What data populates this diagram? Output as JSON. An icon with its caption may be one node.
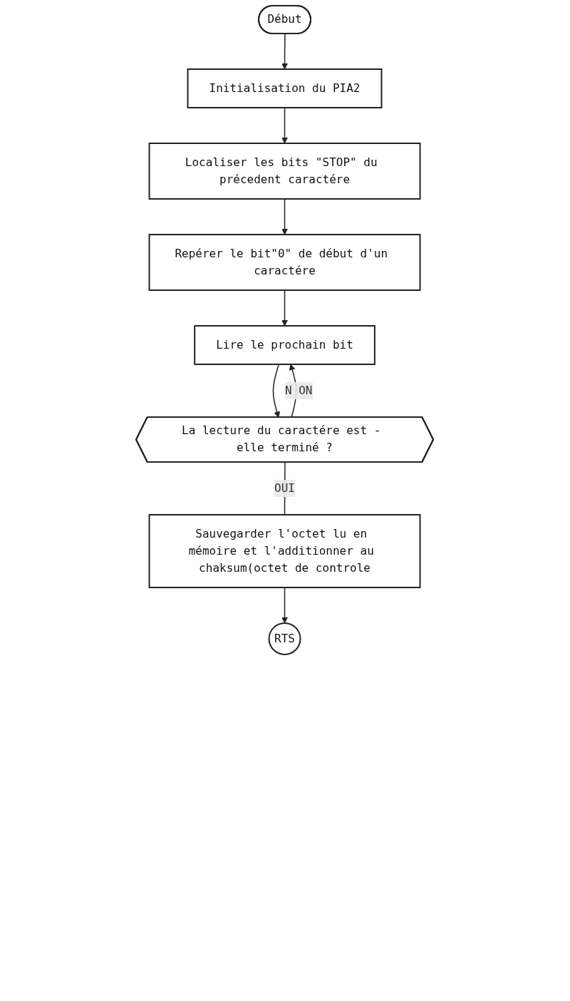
{
  "diagram": {
    "nodes": [
      {
        "text": [
          "Début"
        ]
      },
      {
        "text": [
          "Initialisation du PIA2"
        ]
      },
      {
        "text": [
          "Localiser les bits \"STOP\" du précedent caractére"
        ]
      },
      {
        "text": [
          "Repérer le bit\"0\" de début d'un caractére"
        ]
      },
      {
        "text": [
          "Lire le prochain bit"
        ]
      },
      {
        "text": [
          "La lecture du caractére est - elle terminé ?"
        ]
      },
      {
        "text": [
          "Sauvegarder l'octet lu en mémoire et l'additionner au chaksum(octet de controle"
        ]
      },
      {
        "text": [
          "RTS"
        ]
      }
    ],
    "edges": [
      {
        "from": 0,
        "to": 1,
        "arrow": "to"
      },
      {
        "from": 1,
        "to": 2,
        "arrow": "to"
      },
      {
        "from": 2,
        "to": 3,
        "arrow": "to"
      },
      {
        "from": 3,
        "to": 4,
        "arrow": "to"
      },
      {
        "from": 4,
        "to": 5,
        "arrow": "to"
      },
      {
        "from": 5,
        "to": 4,
        "arrow": "to",
        "label": "N ON"
      },
      {
        "from": 5,
        "to": 6,
        "arrow": "none",
        "label": "OUI"
      },
      {
        "from": 6,
        "to": 7,
        "arrow": "to"
      }
    ]
  }
}
